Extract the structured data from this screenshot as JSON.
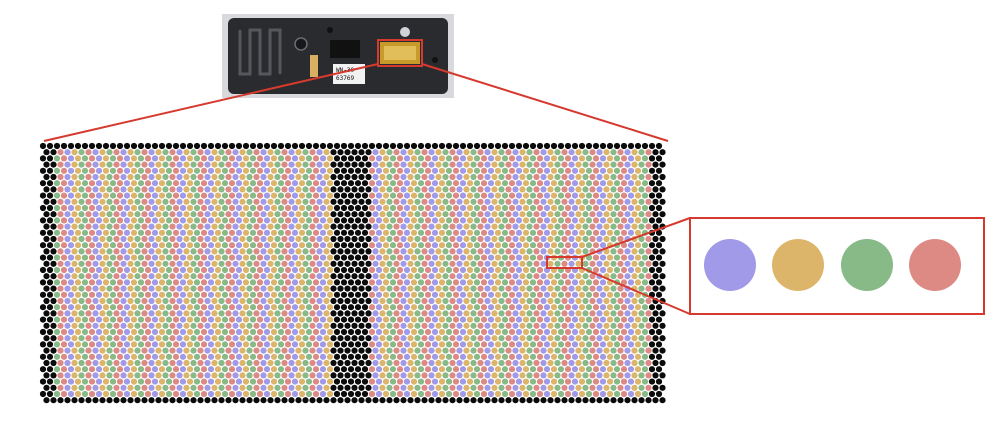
{
  "device_photo": {
    "label_lines": [
      "WN-30",
      "63769"
    ]
  },
  "colors": {
    "background": "#ffffff",
    "callout_red": "#d63a2f",
    "inactive_well": "#0b0b0b",
    "device_body": "#2a2b2e",
    "device_frame": "#c9ccd1",
    "chip_gold": "#c79a2a"
  },
  "array": {
    "pattern": [
      "blue",
      "yellow",
      "green",
      "red"
    ],
    "inactive_band": "black"
  },
  "legend": {
    "dots": [
      {
        "name": "blue",
        "color": "#a09ae8"
      },
      {
        "name": "yellow",
        "color": "#ddb56a"
      },
      {
        "name": "green",
        "color": "#87ba87"
      },
      {
        "name": "red",
        "color": "#de8a84"
      }
    ]
  }
}
